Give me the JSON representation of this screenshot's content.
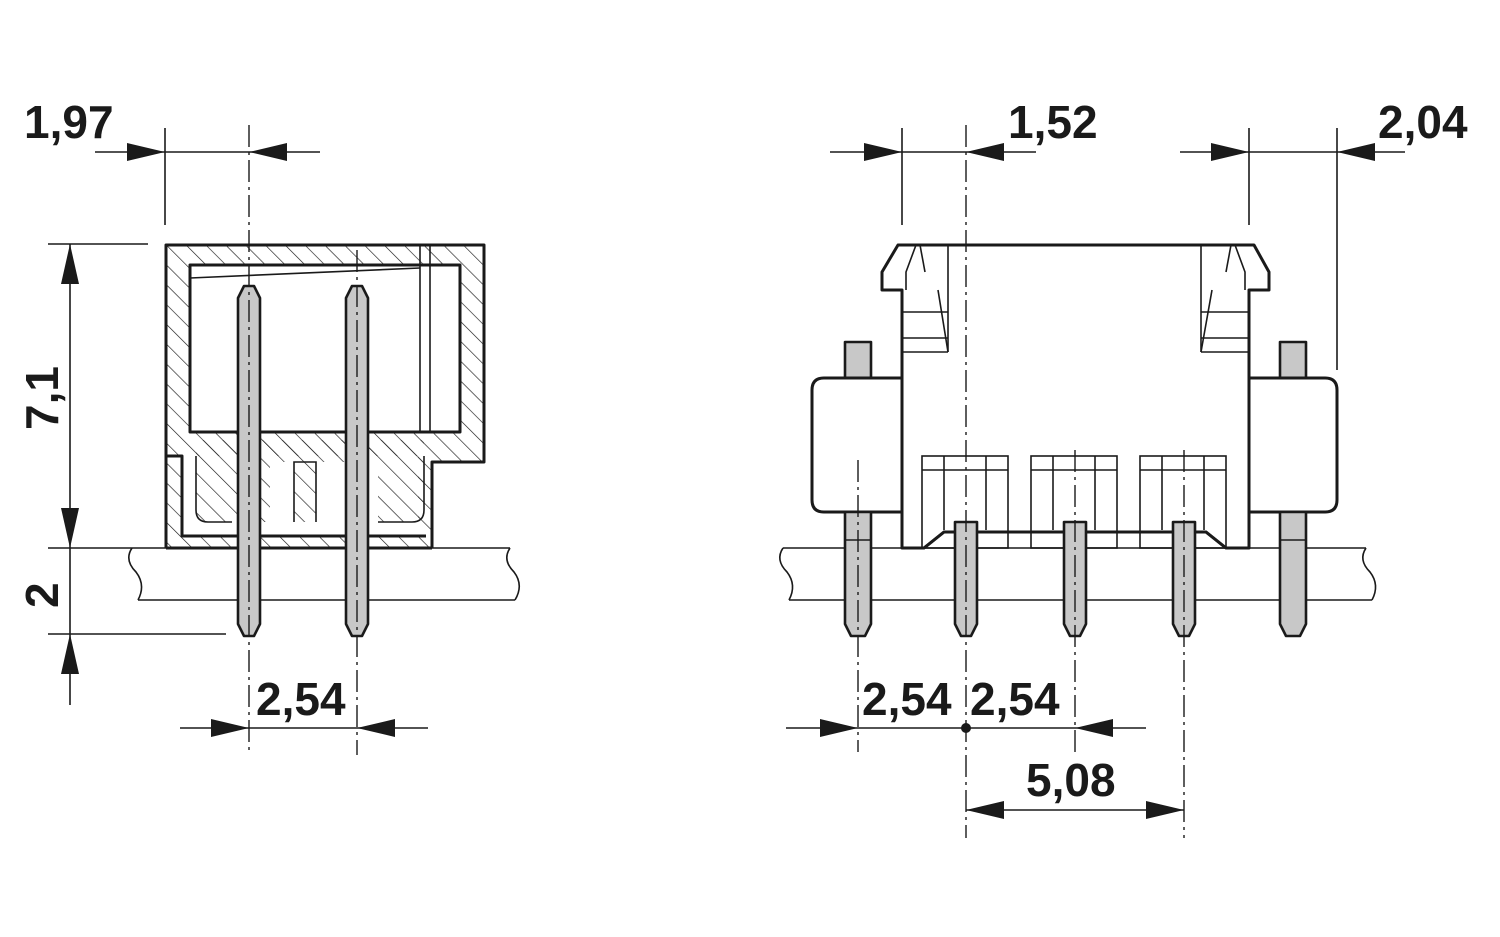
{
  "drawing": {
    "colors": {
      "line": "#1a1a1a",
      "pin_fill": "#c8c8c8",
      "background": "#ffffff"
    },
    "side_view": {
      "dim_pitch_top": "1,97",
      "dim_height": "7,1",
      "dim_board": "2",
      "dim_pin_pitch": "2,54"
    },
    "front_view": {
      "dim_left_top": "1,52",
      "dim_right_top": "2,04",
      "dim_pitch_left": "2,54",
      "dim_pitch_right": "2,54",
      "dim_span": "5,08"
    }
  }
}
